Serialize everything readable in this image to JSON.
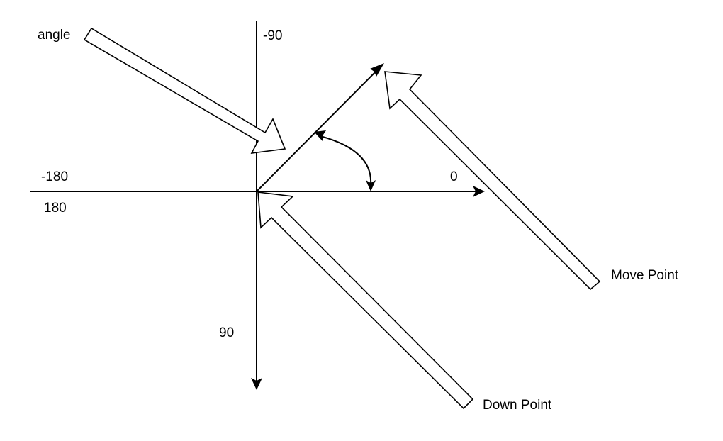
{
  "labels": {
    "angle": "angle",
    "neg90": "-90",
    "neg180": "-180",
    "pos180": "180",
    "zero": "0",
    "pos90": "90",
    "move_point": "Move Point",
    "down_point": "Down Point"
  },
  "colors": {
    "stroke": "#000000",
    "callout_fill": "#ffffff",
    "background": "#ffffff"
  }
}
